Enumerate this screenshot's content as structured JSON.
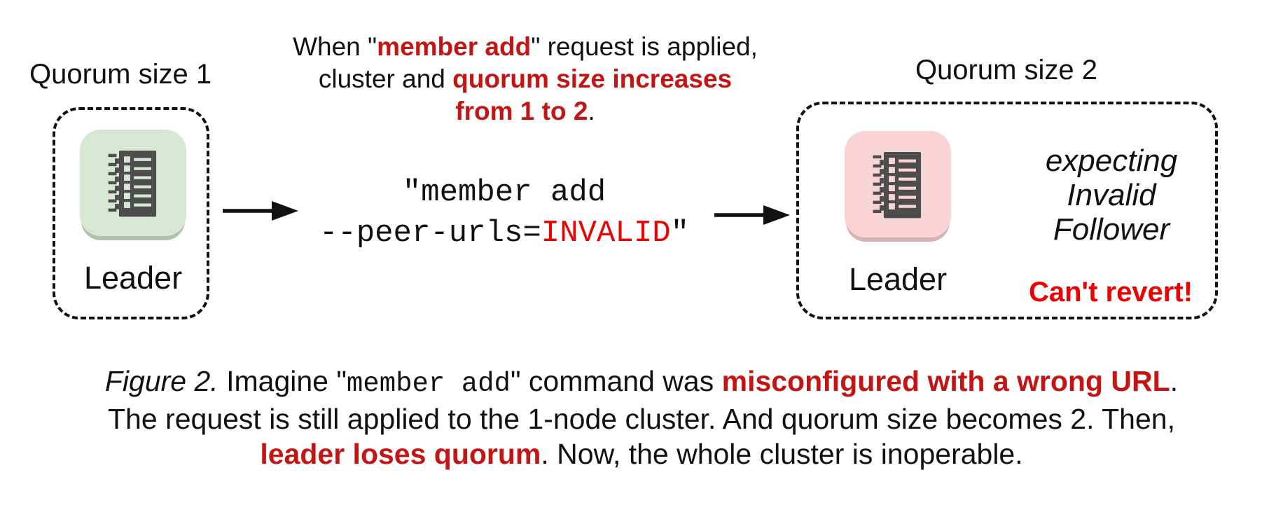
{
  "colors": {
    "emphasis_red": "#c41414",
    "bright_red": "#ee0000",
    "node_green_bg": "#d7e8d2",
    "node_green_shadow": "#b3c2ae",
    "node_pink_bg": "#f8d4d4",
    "node_pink_shadow": "#d9b2b4",
    "server_icon_dark": "#4d4d4d",
    "text_black": "#111111"
  },
  "left_cluster": {
    "heading": "Quorum size 1",
    "node_label": "Leader"
  },
  "annotation": {
    "line1_pre": "When \"",
    "line1_em": "member add",
    "line1_post": "\" request is applied,",
    "line2_pre": "cluster and ",
    "line2_em": "quorum size increases",
    "line3_em": "from 1 to 2",
    "line3_post": "."
  },
  "command": {
    "line1": "\"member add",
    "line2_pre": "--peer-urls=",
    "line2_invalid": "INVALID",
    "line2_post": "\""
  },
  "right_cluster": {
    "heading": "Quorum size 2",
    "node_label": "Leader",
    "expect_line1": "expecting",
    "expect_line2": "Invalid",
    "expect_line3": "Follower",
    "warning": "Can't revert!"
  },
  "caption": {
    "figure_label": "Figure 2.",
    "l1_pre": " Imagine \"",
    "l1_code": "member add",
    "l1_mid": "\" command was ",
    "l1_em": "misconfigured with a wrong URL",
    "l1_end": ".",
    "l2": "The request is still applied to the 1-node cluster. And quorum size becomes 2. Then,",
    "l3_em": "leader loses quorum",
    "l3_end": ". Now, the whole cluster is inoperable."
  }
}
